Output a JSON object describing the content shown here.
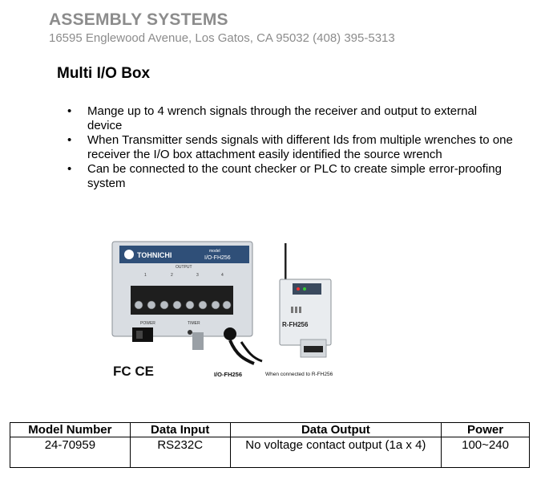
{
  "header": {
    "company": "ASSEMBLY SYSTEMS",
    "address": "16595 Englewood Avenue, Los Gatos, CA 95032 (408) 395-5313"
  },
  "product": {
    "title": "Multi I/O Box",
    "features": [
      "Mange up to 4 wrench signals through the receiver and output to external device",
      "When Transmitter sends signals with different Ids from multiple wrenches to one receiver the I/O box attachment easily identified the source wrench",
      "Can be connected to the count checker or PLC to create simple error-proofing system"
    ]
  },
  "image": {
    "brand": "TOHNICHI",
    "box_model_small": "model",
    "box_model": "I/O-FH256",
    "output_label": "OUTPUT",
    "terminal_numbers": [
      "1",
      "2",
      "3",
      "4"
    ],
    "power_label": "POWER",
    "timer_label": "TIMER",
    "receiver_label": "R-FH256",
    "cert_marks": "FC CE",
    "caption_left": "I/O-FH256",
    "caption_right": "When connected to R-FH256"
  },
  "spec_table": {
    "headers": [
      "Model Number",
      "Data Input",
      "Data Output",
      "Power"
    ],
    "row": [
      "24-70959",
      "RS232C",
      "No voltage contact output (1a x 4)",
      "100~240"
    ]
  }
}
